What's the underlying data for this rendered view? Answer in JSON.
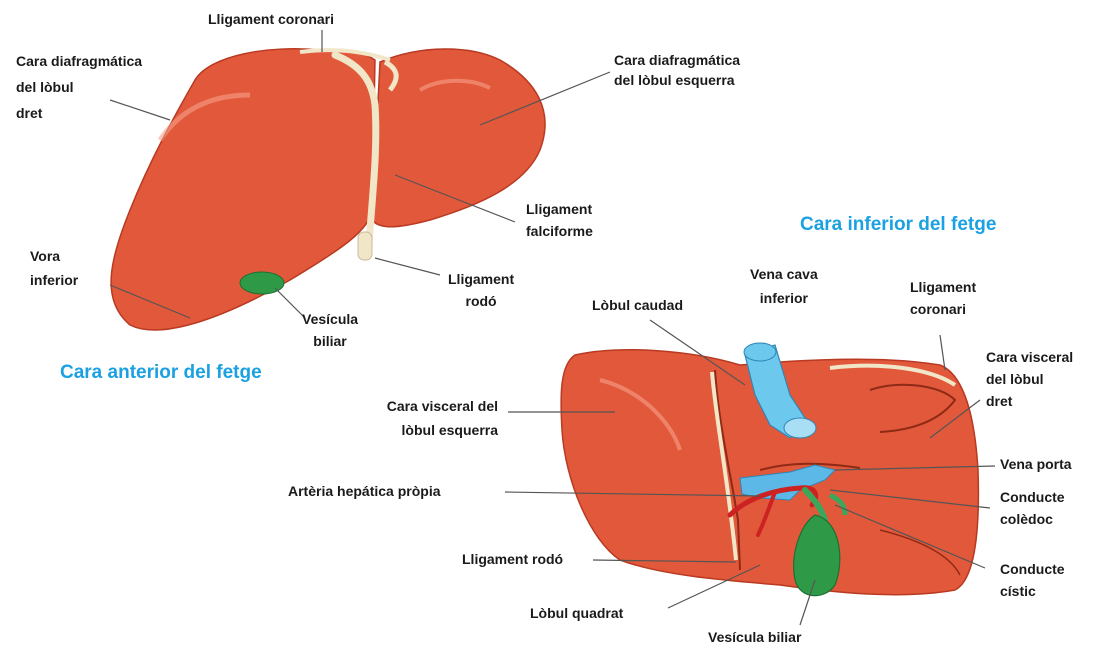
{
  "colors": {
    "heading": "#1ba1e2",
    "liver": "#e2583a",
    "liver_dark": "#b83a22",
    "gallbladder": "#2e9a48",
    "vena_cava": "#6cc8ec",
    "portal_vein": "#5cb8e6",
    "artery": "#cc2222",
    "duct": "#3aa85a",
    "ligament": "#f2e6c8",
    "leader_line": "#555555"
  },
  "headings": {
    "anterior": "Cara anterior del fetge",
    "inferior": "Cara inferior del fetge"
  },
  "labels": {
    "lligament_coronari_top": "Lligament coronari",
    "cara_diafragmatica_dret": "Cara diafragmática\ndel lòbul\ndret",
    "cara_diafragmatica_esquerra": "Cara diafragmática\ndel lòbul esquerra",
    "lligament_falciforme": "Lligament\nfalciforme",
    "vora_inferior": "Vora\ninferior",
    "lligament_rodo_top": "Lligament\nrodó",
    "vesicula_biliar_top": "Vesícula\nbiliar",
    "vena_cava_inferior": "Vena cava\ninferior",
    "lligament_coronari_right": "Lligament\ncoronari",
    "lobul_caudad": "Lòbul caudad",
    "cara_visceral_dret": "Cara visceral\ndel lòbul\ndret",
    "cara_visceral_esquerra": "Cara visceral del\nlòbul esquerra",
    "vena_porta": "Vena porta",
    "arteria_hepatica": "Artèria hepática pròpia",
    "conducte_coledoc": "Conducte\ncolèdoc",
    "lligament_rodo_bottom": "Lligament rodó",
    "conducte_cistic": "Conducte\ncístic",
    "lobul_quadrat": "Lòbul quadrat",
    "vesicula_biliar_bottom": "Vesícula biliar"
  }
}
